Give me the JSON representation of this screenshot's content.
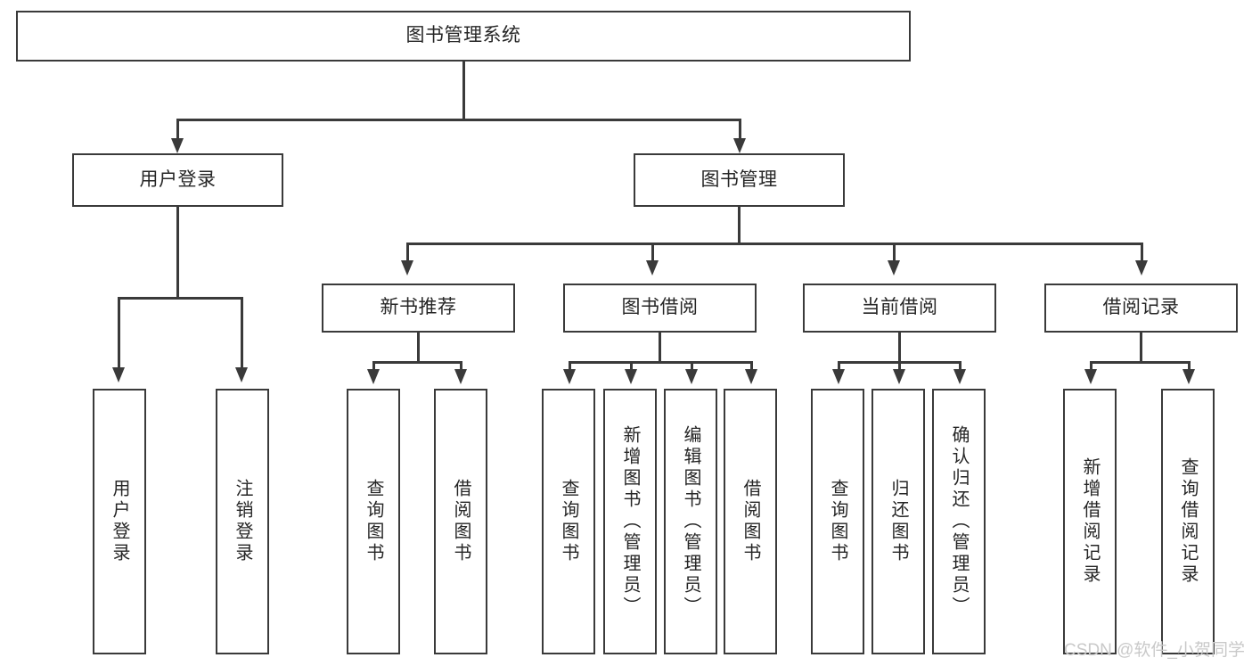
{
  "diagram": {
    "title": "图书管理系统",
    "type": "tree-hierarchy-diagram",
    "root": {
      "label": "图书管理系统"
    },
    "level2": [
      {
        "label": "用户登录"
      },
      {
        "label": "图书管理"
      }
    ],
    "level3": [
      {
        "label": "新书推荐"
      },
      {
        "label": "图书借阅"
      },
      {
        "label": "当前借阅"
      },
      {
        "label": "借阅记录"
      }
    ],
    "leaves": {
      "user_login": [
        {
          "label": "用户登录"
        },
        {
          "label": "注销登录"
        }
      ],
      "new_book_recommend": [
        {
          "label": "查询图书"
        },
        {
          "label": "借阅图书"
        }
      ],
      "book_borrow": [
        {
          "label": "查询图书"
        },
        {
          "label": "新增图书（管理员）"
        },
        {
          "label": "编辑图书（管理员）"
        },
        {
          "label": "借阅图书"
        }
      ],
      "current_borrow": [
        {
          "label": "查询图书"
        },
        {
          "label": "归还图书"
        },
        {
          "label": "确认归还（管理员）"
        }
      ],
      "borrow_record": [
        {
          "label": "新增借阅记录"
        },
        {
          "label": "查询借阅记录"
        }
      ]
    }
  },
  "watermark": {
    "text": "CSDN @软件_小贺同学"
  },
  "colors": {
    "stroke": "#3a3a3a",
    "text": "#262626",
    "background": "#ffffff",
    "watermark": "#c9c9c9"
  }
}
